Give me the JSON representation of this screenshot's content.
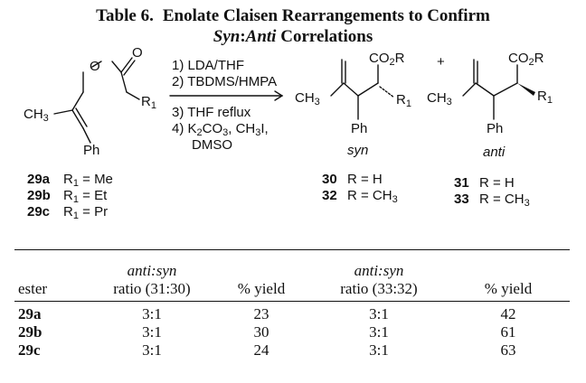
{
  "caption": {
    "number": "Table 6.",
    "title_main": "Enolate Claisen Rearrangements to Confirm",
    "title_em": "Syn",
    "title_colon": ":",
    "title_em2": "Anti",
    "title_end": " Correlations"
  },
  "scheme": {
    "reactant": {
      "o1": "O",
      "o2": "O",
      "r1": "R",
      "r1_sub": "1",
      "ch3": "CH",
      "ch3_sub": "3",
      "ph": "Ph"
    },
    "conditions": {
      "step1": "1) LDA/THF",
      "step2": "2) TBDMS/HMPA",
      "step3": "3) THF reflux",
      "step4a": "4) K",
      "step4a_sub": "2",
      "step4b": "CO",
      "step4b_sub": "3",
      "step4c": ", CH",
      "step4c_sub": "3",
      "step4d": "I,",
      "step4e": "DMSO"
    },
    "substrates": [
      {
        "id": "29a",
        "text": "R",
        "sub": "1",
        "rest": " = Me"
      },
      {
        "id": "29b",
        "text": "R",
        "sub": "1",
        "rest": " = Et"
      },
      {
        "id": "29c",
        "text": "R",
        "sub": "1",
        "rest": " = Pr"
      }
    ],
    "syn_product": {
      "co2r_a": "CO",
      "co2r_sub": "2",
      "co2r_b": "R",
      "ch3": "CH",
      "ch3_sub": "3",
      "r1": "R",
      "r1_sub": "1",
      "ph": "Ph",
      "label": "syn",
      "cmpd1": "30",
      "cmpd1_text": "R = H",
      "cmpd2": "32",
      "cmpd2_text": "R = CH",
      "cmpd2_sub": "3"
    },
    "plus": "+",
    "anti_product": {
      "co2r_a": "CO",
      "co2r_sub": "2",
      "co2r_b": "R",
      "ch3": "CH",
      "ch3_sub": "3",
      "r1": "R",
      "r1_sub": "1",
      "ph": "Ph",
      "label": "anti",
      "cmpd1": "31",
      "cmpd1_text": "R = H",
      "cmpd2": "33",
      "cmpd2_text": "R = CH",
      "cmpd2_sub": "3"
    }
  },
  "table": {
    "headers": {
      "ester": "ester",
      "ratio1_em": "anti:syn",
      "ratio1": "ratio (31:30)",
      "yield1": "% yield",
      "ratio2_em": "anti:syn",
      "ratio2": "ratio (33:32)",
      "yield2": "% yield"
    },
    "rows": [
      {
        "ester": "29a",
        "ratio1": "3:1",
        "yield1": "23",
        "ratio2": "3:1",
        "yield2": "42"
      },
      {
        "ester": "29b",
        "ratio1": "3:1",
        "yield1": "30",
        "ratio2": "3:1",
        "yield2": "61"
      },
      {
        "ester": "29c",
        "ratio1": "3:1",
        "yield1": "24",
        "ratio2": "3:1",
        "yield2": "63"
      }
    ]
  }
}
